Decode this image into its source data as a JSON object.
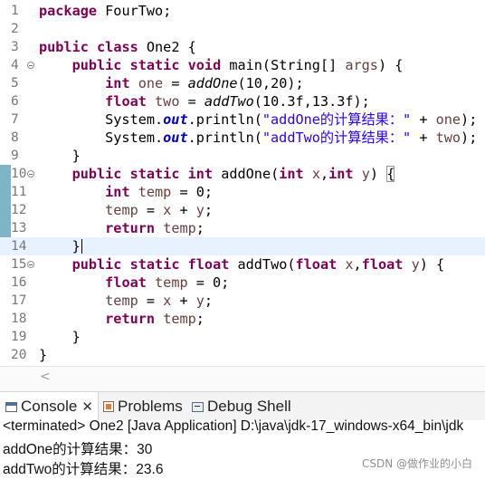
{
  "editor": {
    "lines": [
      {
        "n": "1",
        "fold": false,
        "hl": false,
        "parts": [
          {
            "c": "k",
            "t": "package"
          },
          {
            "c": "",
            "t": " FourTwo;"
          }
        ]
      },
      {
        "n": "2",
        "fold": false,
        "hl": false,
        "parts": []
      },
      {
        "n": "3",
        "fold": false,
        "hl": false,
        "parts": [
          {
            "c": "k",
            "t": "public"
          },
          {
            "c": "",
            "t": " "
          },
          {
            "c": "k",
            "t": "class"
          },
          {
            "c": "",
            "t": " One2 {"
          }
        ]
      },
      {
        "n": "4",
        "fold": true,
        "hl": false,
        "parts": [
          {
            "c": "",
            "t": "    "
          },
          {
            "c": "k",
            "t": "public"
          },
          {
            "c": "",
            "t": " "
          },
          {
            "c": "k",
            "t": "static"
          },
          {
            "c": "",
            "t": " "
          },
          {
            "c": "k",
            "t": "void"
          },
          {
            "c": "",
            "t": " main(String[] "
          },
          {
            "c": "v",
            "t": "args"
          },
          {
            "c": "",
            "t": ") {"
          }
        ]
      },
      {
        "n": "5",
        "fold": false,
        "hl": false,
        "parts": [
          {
            "c": "",
            "t": "        "
          },
          {
            "c": "k",
            "t": "int"
          },
          {
            "c": "",
            "t": " "
          },
          {
            "c": "v",
            "t": "one"
          },
          {
            "c": "",
            "t": " = "
          },
          {
            "c": "m",
            "t": "addOne"
          },
          {
            "c": "",
            "t": "(10,20);"
          }
        ]
      },
      {
        "n": "6",
        "fold": false,
        "hl": false,
        "parts": [
          {
            "c": "",
            "t": "        "
          },
          {
            "c": "k",
            "t": "float"
          },
          {
            "c": "",
            "t": " "
          },
          {
            "c": "v",
            "t": "two"
          },
          {
            "c": "",
            "t": " = "
          },
          {
            "c": "m",
            "t": "addTwo"
          },
          {
            "c": "",
            "t": "(10.3f,13.3f);"
          }
        ]
      },
      {
        "n": "7",
        "fold": false,
        "hl": false,
        "parts": [
          {
            "c": "",
            "t": "        System."
          },
          {
            "c": "f",
            "t": "out"
          },
          {
            "c": "",
            "t": ".println("
          },
          {
            "c": "s",
            "t": "\"addOne的计算结果：\""
          },
          {
            "c": "",
            "t": " + "
          },
          {
            "c": "v",
            "t": "one"
          },
          {
            "c": "",
            "t": ");"
          }
        ]
      },
      {
        "n": "8",
        "fold": false,
        "hl": false,
        "parts": [
          {
            "c": "",
            "t": "        System."
          },
          {
            "c": "f",
            "t": "out"
          },
          {
            "c": "",
            "t": ".println("
          },
          {
            "c": "s",
            "t": "\"addTwo的计算结果：\""
          },
          {
            "c": "",
            "t": " + "
          },
          {
            "c": "v",
            "t": "two"
          },
          {
            "c": "",
            "t": ");"
          }
        ]
      },
      {
        "n": "9",
        "fold": false,
        "hl": false,
        "parts": [
          {
            "c": "",
            "t": "    }"
          }
        ]
      },
      {
        "n": "10",
        "fold": true,
        "hl": false,
        "qd": true,
        "parts": [
          {
            "c": "",
            "t": "    "
          },
          {
            "c": "k",
            "t": "public"
          },
          {
            "c": "",
            "t": " "
          },
          {
            "c": "k",
            "t": "static"
          },
          {
            "c": "",
            "t": " "
          },
          {
            "c": "k",
            "t": "int"
          },
          {
            "c": "",
            "t": " addOne("
          },
          {
            "c": "k",
            "t": "int"
          },
          {
            "c": "",
            "t": " "
          },
          {
            "c": "v",
            "t": "x"
          },
          {
            "c": "",
            "t": ","
          },
          {
            "c": "k",
            "t": "int"
          },
          {
            "c": "",
            "t": " "
          },
          {
            "c": "v",
            "t": "y"
          },
          {
            "c": "",
            "t": ") "
          },
          {
            "c": "box",
            "t": "{"
          }
        ]
      },
      {
        "n": "11",
        "fold": false,
        "hl": false,
        "qd": true,
        "parts": [
          {
            "c": "",
            "t": "        "
          },
          {
            "c": "k",
            "t": "int"
          },
          {
            "c": "",
            "t": " "
          },
          {
            "c": "v",
            "t": "temp"
          },
          {
            "c": "",
            "t": " = 0;"
          }
        ]
      },
      {
        "n": "12",
        "fold": false,
        "hl": false,
        "qd": true,
        "parts": [
          {
            "c": "",
            "t": "        "
          },
          {
            "c": "v",
            "t": "temp"
          },
          {
            "c": "",
            "t": " = "
          },
          {
            "c": "v",
            "t": "x"
          },
          {
            "c": "",
            "t": " + "
          },
          {
            "c": "v",
            "t": "y"
          },
          {
            "c": "",
            "t": ";"
          }
        ]
      },
      {
        "n": "13",
        "fold": false,
        "hl": false,
        "qd": true,
        "parts": [
          {
            "c": "",
            "t": "        "
          },
          {
            "c": "k",
            "t": "return"
          },
          {
            "c": "",
            "t": " "
          },
          {
            "c": "v",
            "t": "temp"
          },
          {
            "c": "",
            "t": ";"
          }
        ]
      },
      {
        "n": "14",
        "fold": false,
        "hl": true,
        "qd": true,
        "parts": [
          {
            "c": "",
            "t": "    }"
          },
          {
            "c": "caret",
            "t": ""
          }
        ]
      },
      {
        "n": "15",
        "fold": true,
        "hl": false,
        "parts": [
          {
            "c": "",
            "t": "    "
          },
          {
            "c": "k",
            "t": "public"
          },
          {
            "c": "",
            "t": " "
          },
          {
            "c": "k",
            "t": "static"
          },
          {
            "c": "",
            "t": " "
          },
          {
            "c": "k",
            "t": "float"
          },
          {
            "c": "",
            "t": " addTwo("
          },
          {
            "c": "k",
            "t": "float"
          },
          {
            "c": "",
            "t": " "
          },
          {
            "c": "v",
            "t": "x"
          },
          {
            "c": "",
            "t": ","
          },
          {
            "c": "k",
            "t": "float"
          },
          {
            "c": "",
            "t": " "
          },
          {
            "c": "v",
            "t": "y"
          },
          {
            "c": "",
            "t": ") {"
          }
        ]
      },
      {
        "n": "16",
        "fold": false,
        "hl": false,
        "parts": [
          {
            "c": "",
            "t": "        "
          },
          {
            "c": "k",
            "t": "float"
          },
          {
            "c": "",
            "t": " "
          },
          {
            "c": "v",
            "t": "temp"
          },
          {
            "c": "",
            "t": " = 0;"
          }
        ]
      },
      {
        "n": "17",
        "fold": false,
        "hl": false,
        "parts": [
          {
            "c": "",
            "t": "        "
          },
          {
            "c": "v",
            "t": "temp"
          },
          {
            "c": "",
            "t": " = "
          },
          {
            "c": "v",
            "t": "x"
          },
          {
            "c": "",
            "t": " + "
          },
          {
            "c": "v",
            "t": "y"
          },
          {
            "c": "",
            "t": ";"
          }
        ]
      },
      {
        "n": "18",
        "fold": false,
        "hl": false,
        "parts": [
          {
            "c": "",
            "t": "        "
          },
          {
            "c": "k",
            "t": "return"
          },
          {
            "c": "",
            "t": " "
          },
          {
            "c": "v",
            "t": "temp"
          },
          {
            "c": "",
            "t": ";"
          }
        ]
      },
      {
        "n": "19",
        "fold": false,
        "hl": false,
        "parts": [
          {
            "c": "",
            "t": "    }"
          }
        ]
      },
      {
        "n": "20",
        "fold": false,
        "hl": false,
        "parts": [
          {
            "c": "",
            "t": "}"
          }
        ]
      }
    ],
    "scroll_left_icon": "chevron-left-icon"
  },
  "tabs": {
    "console": {
      "label": "Console",
      "icon": "console-icon",
      "close": "✕"
    },
    "problems": {
      "label": "Problems",
      "icon": "problems-icon"
    },
    "debug": {
      "label": "Debug Shell",
      "icon": "debug-shell-icon"
    }
  },
  "console": {
    "terminated": "<terminated> One2 [Java Application] D:\\java\\jdk-17_windows-x64_bin\\jdk",
    "output": [
      "addOne的计算结果：30",
      "addTwo的计算结果：23.6"
    ]
  },
  "watermark": "CSDN @做作业的小白",
  "colors": {
    "keyword": "#7f0055",
    "local_variable": "#6a3e3e",
    "static_field": "#0000c0",
    "string": "#2a00ff",
    "current_line": "#e8f2fe",
    "quick_diff": "#7fb3c8"
  }
}
